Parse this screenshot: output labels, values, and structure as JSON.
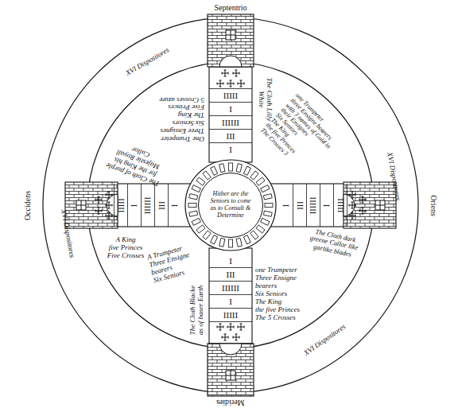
{
  "diagram": {
    "nodes": [
      {
        "text": [
          "Hither are the Seniors to come as to Consult & Determine"
        ]
      }
    ],
    "labels": [
      "Septentrio",
      "Oriens",
      "Meridies",
      "Occidens",
      "XVI Dispositores",
      "XVI Dispositores",
      "XVI Dispositores",
      "XVI Dispositores",
      "The Cloth Lilly White",
      "One Trumpeter",
      "Three Ensignes",
      "Six Seniors",
      "The King",
      "Five Princes",
      "5 Crosses azure",
      "The Cloth of purple for the King his Majestie Royall Cullor",
      "one Trumpeter",
      "three Ensigne bearers with 3 names of Gold in their Ensignes",
      "Six Seniors",
      "The King",
      "the five Princes",
      "The Crosses 3",
      "The Cloth dark greene Cullor like garlike blades",
      "one Trumpeter",
      "Three Ensigne bearers",
      "Six Seniors",
      "The King",
      "the five Princes",
      "The 5 Crosses",
      "The Cloth Blacke as of baser Earth",
      "A Trumpeter",
      "Three Ensigne bearers",
      "Six Seniors",
      "A King",
      "five Princes",
      "Five Crosses",
      "I",
      "III",
      "IIIIII",
      "I",
      "IIIII",
      "I",
      "III",
      "IIIIII",
      "I",
      "IIIII",
      "I",
      "III",
      "IIIIII",
      "I",
      "IIIII",
      "I",
      "III",
      "IIIIII",
      "I",
      "IIIII"
    ]
  }
}
